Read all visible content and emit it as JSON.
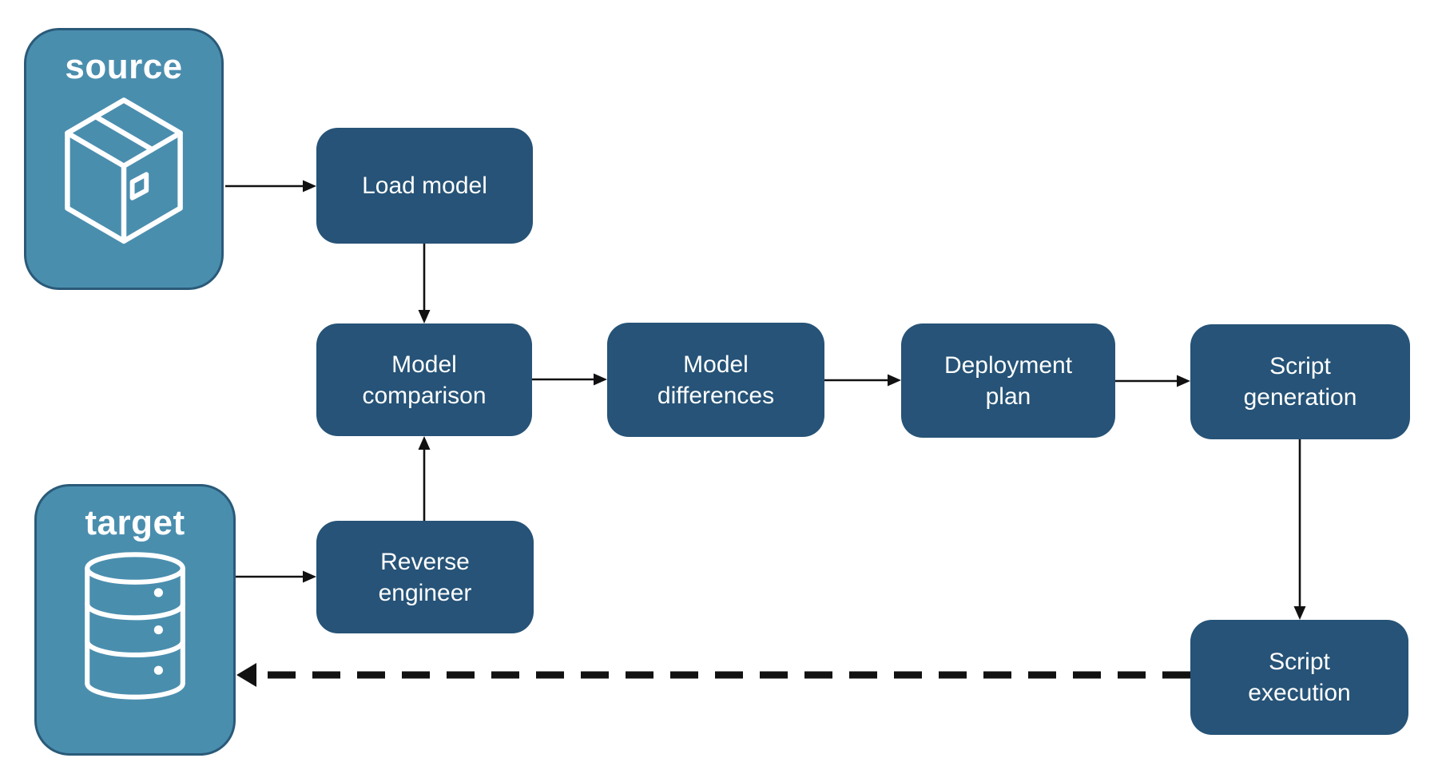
{
  "diagram": {
    "colors": {
      "background": "#ffffff",
      "container_fill": "#4a8eae",
      "container_border": "#2a5a78",
      "node_fill": "#265377",
      "node_text": "#ffffff",
      "arrow": "#111111"
    },
    "containers": [
      {
        "id": "source",
        "label": "source",
        "icon": "package-icon"
      },
      {
        "id": "target",
        "label": "target",
        "icon": "database-icon"
      }
    ],
    "nodes": [
      {
        "id": "load-model",
        "label": "Load model"
      },
      {
        "id": "model-comparison",
        "label": "Model\ncomparison"
      },
      {
        "id": "model-differences",
        "label": "Model\ndifferences"
      },
      {
        "id": "deployment-plan",
        "label": "Deployment\nplan"
      },
      {
        "id": "script-generation",
        "label": "Script\ngeneration"
      },
      {
        "id": "reverse-engineer",
        "label": "Reverse\nengineer"
      },
      {
        "id": "script-execution",
        "label": "Script\nexecution"
      }
    ],
    "edges": [
      {
        "from": "source",
        "to": "load-model",
        "style": "solid"
      },
      {
        "from": "load-model",
        "to": "model-comparison",
        "style": "solid"
      },
      {
        "from": "model-comparison",
        "to": "model-differences",
        "style": "solid"
      },
      {
        "from": "model-differences",
        "to": "deployment-plan",
        "style": "solid"
      },
      {
        "from": "deployment-plan",
        "to": "script-generation",
        "style": "solid"
      },
      {
        "from": "script-generation",
        "to": "script-execution",
        "style": "solid"
      },
      {
        "from": "target",
        "to": "reverse-engineer",
        "style": "solid"
      },
      {
        "from": "reverse-engineer",
        "to": "model-comparison",
        "style": "solid"
      },
      {
        "from": "script-execution",
        "to": "target",
        "style": "dashed"
      }
    ]
  }
}
